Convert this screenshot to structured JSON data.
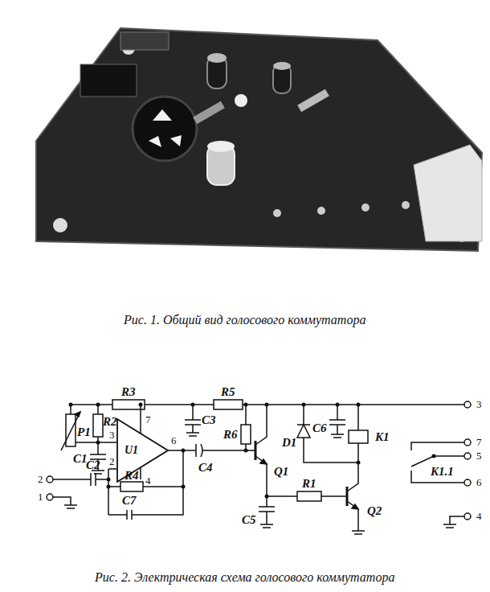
{
  "diagram": {
    "caption": "Рис. 2. Электрическая схема голосового коммутатора",
    "nodes": [
      {
        "text": [
          "U1"
        ]
      }
    ],
    "labels": [
      "Рис. 1. Общий вид голосового коммутатора",
      "R3",
      "R5",
      "P1",
      "R2",
      "3",
      "7",
      "2",
      "6",
      "4",
      "C1",
      "C3",
      "R6",
      "C4",
      "Q1",
      "D1",
      "C6",
      "K1",
      "3",
      "7",
      "5",
      "K1.1",
      "6",
      "2",
      "1",
      "C2",
      "R4",
      "C7",
      "C5",
      "R1",
      "Q2",
      "4"
    ]
  }
}
